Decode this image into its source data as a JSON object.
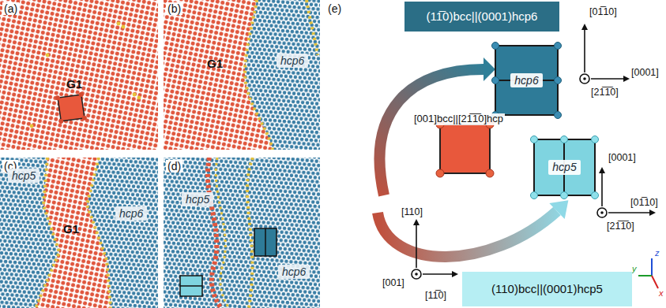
{
  "diagram": {
    "nodes": [
      {
        "text": [
          "(11̅0)bcc||(0001)hcp6"
        ]
      },
      {
        "text": [
          "hcp6"
        ]
      },
      {
        "text": [
          "hcp5"
        ]
      },
      {
        "text": [
          "(110)bcc||(0001)hcp5"
        ]
      }
    ],
    "labels": [
      "(a)",
      "(b)",
      "(c)",
      "(d)",
      "(e)",
      "G1",
      "G1",
      "hcp6",
      "hcp5",
      "G1",
      "hcp6",
      "hcp5",
      "hcp6",
      "[01̅10]",
      "[0001]",
      "[21̅1̅0]",
      "[001]bcc||[21̅1̅0]hcp",
      "[0001]",
      "[01̅10]",
      "[21̅1̅0]",
      "[110]",
      "[001]",
      "[11̅0]",
      "z",
      "y",
      "x"
    ]
  }
}
